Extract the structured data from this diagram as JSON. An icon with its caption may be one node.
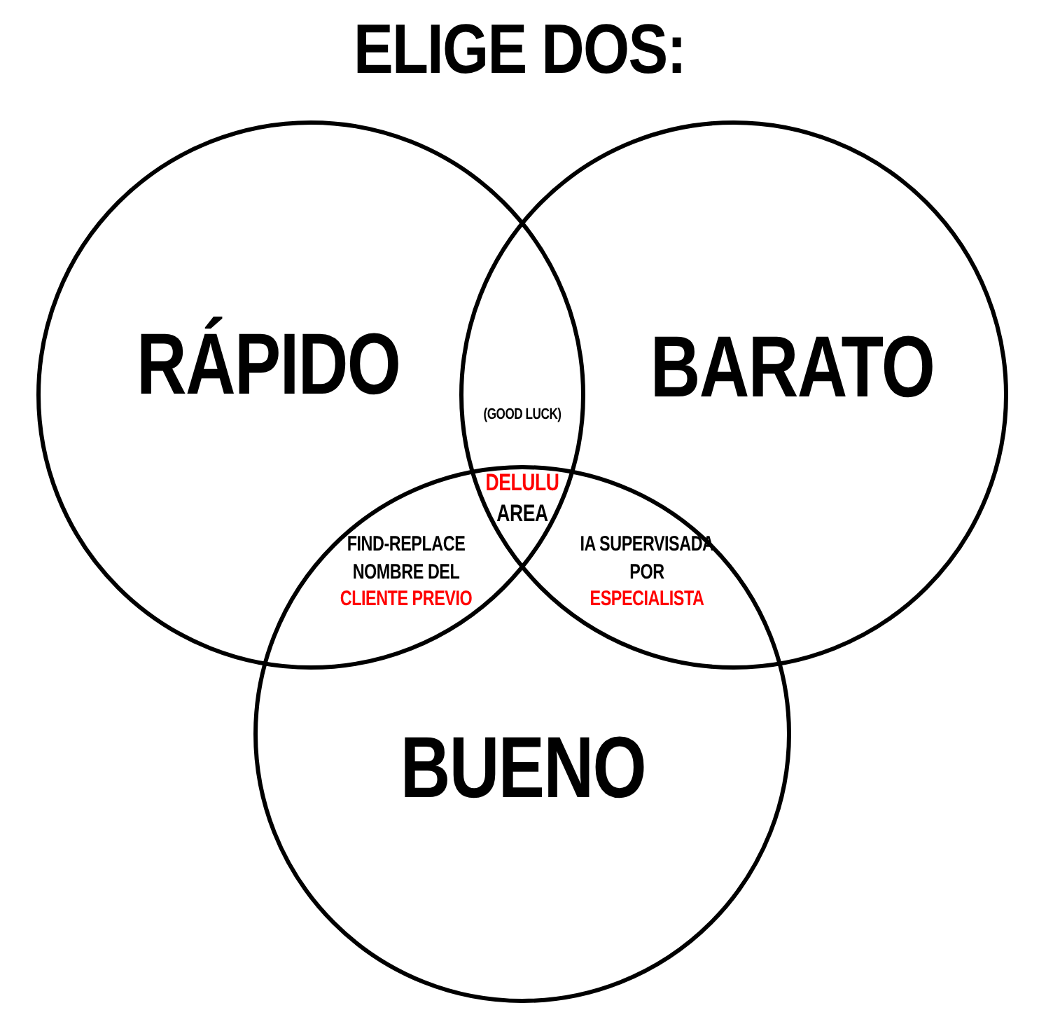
{
  "diagram": {
    "title": "ELIGE DOS:",
    "nodes": [
      {
        "text": [
          "RÁPIDO"
        ]
      },
      {
        "text": [
          "BARATO"
        ]
      },
      {
        "text": [
          "BUENO"
        ]
      }
    ],
    "labels": [
      "(GOOD LUCK)",
      "**DELULU** AREA",
      "FIND-REPLACE NOMBRE DEL **CLIENTE PREVIO**",
      "IA SUPERVISADA POR **ESPECIALISTA**"
    ]
  }
}
